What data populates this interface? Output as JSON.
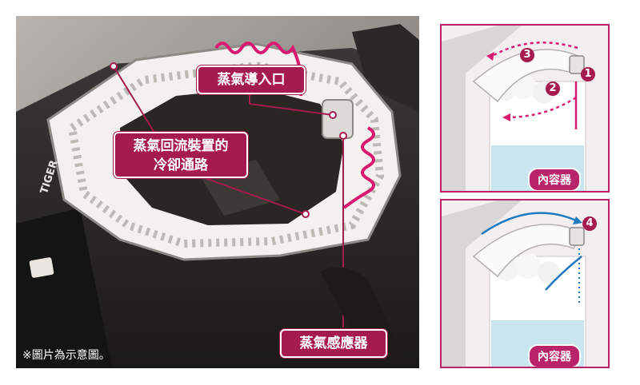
{
  "main": {
    "labels": {
      "steam_inlet": "蒸氣導入口",
      "return_device_line1": "蒸氣回流裝置的",
      "return_device_line2": "冷卻通路",
      "steam_sensor": "蒸氣感應器"
    },
    "brand": "TIGER",
    "caption": "※圖片為示意圖。"
  },
  "side_top": {
    "numbers": [
      "3",
      "2",
      "1"
    ],
    "inner_pot_label": "內容器"
  },
  "side_bottom": {
    "numbers": [
      "4"
    ],
    "inner_pot_label": "內容器"
  },
  "colors": {
    "accent": "#a51b4e",
    "steam_flow": "#d81b70",
    "return_flow": "#1e7ac0"
  }
}
